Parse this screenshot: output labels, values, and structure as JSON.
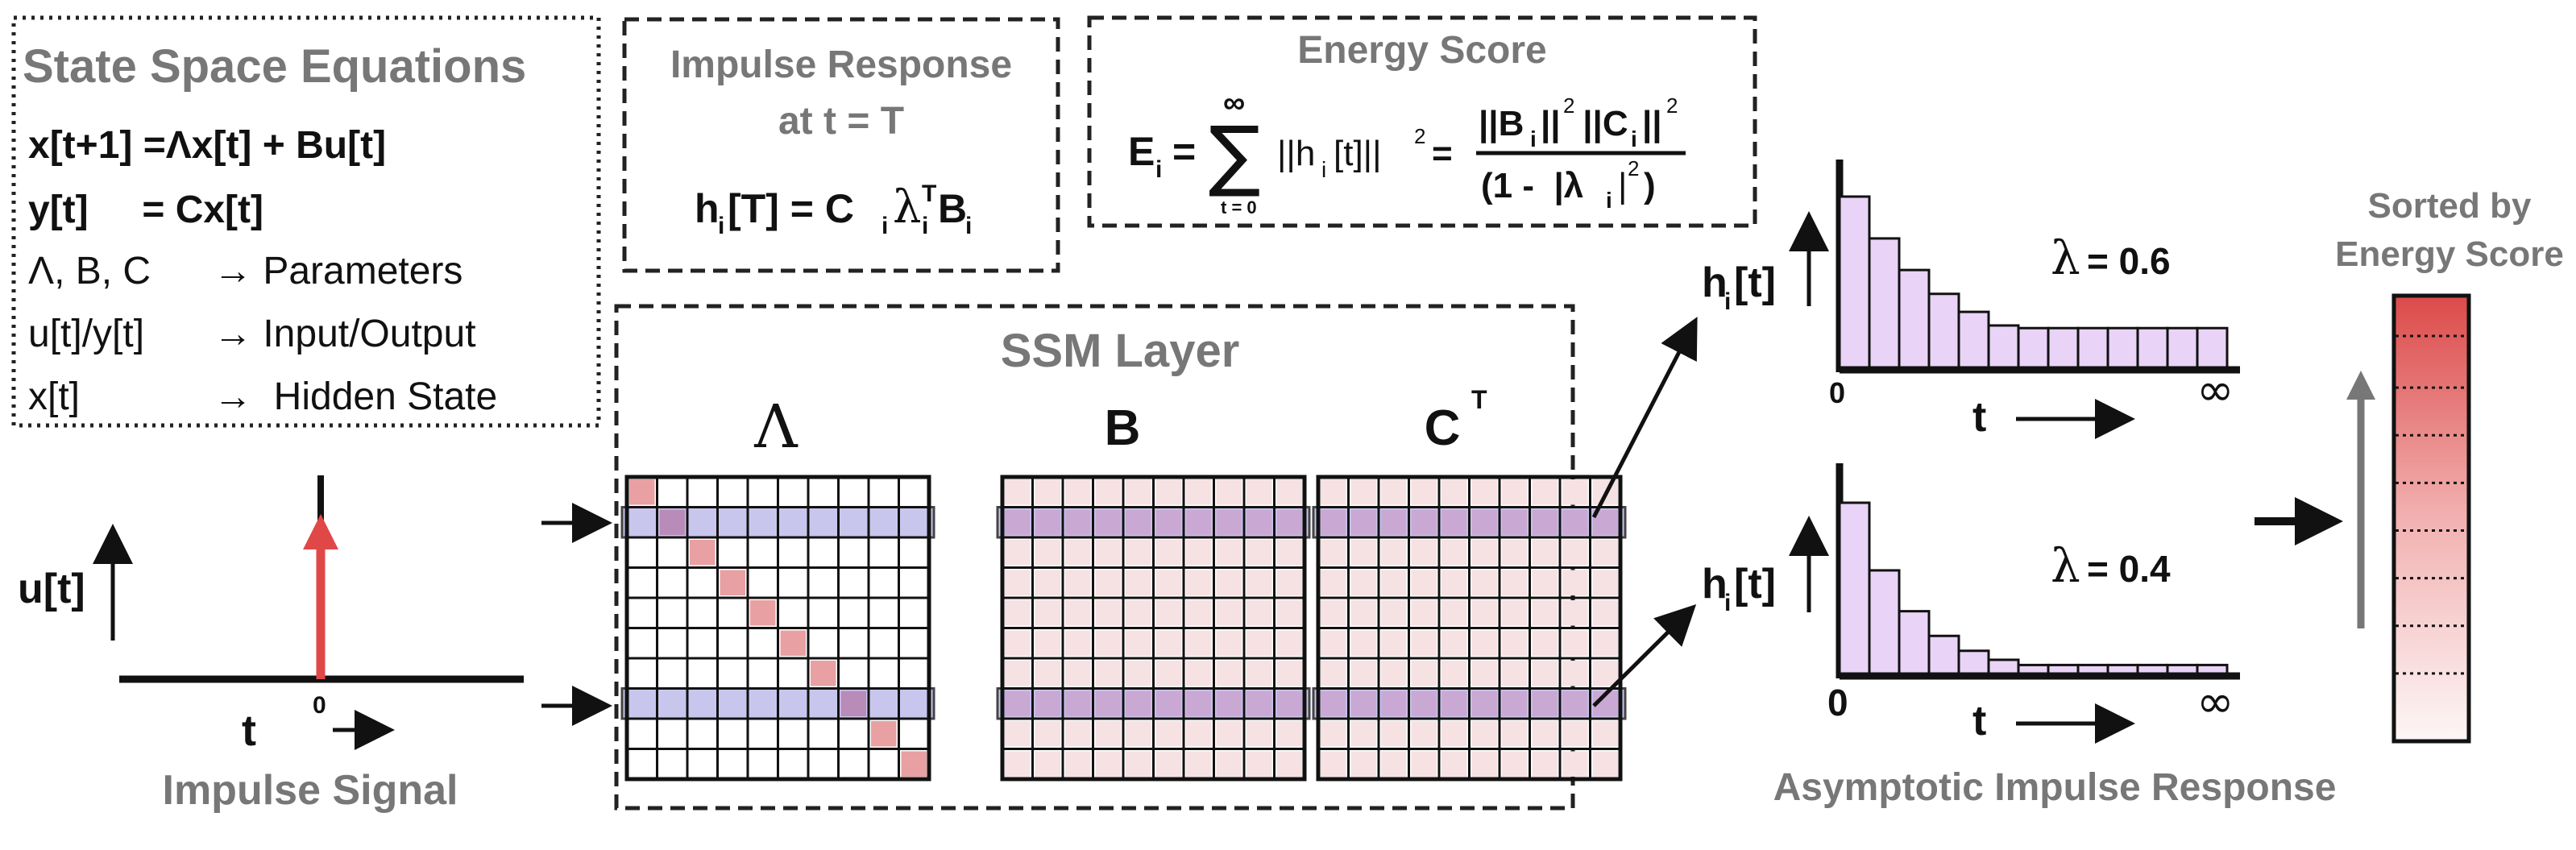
{
  "state_space": {
    "title": "State Space Equations",
    "eq1": "x[t+1] =Λx[t] + Bu[t]",
    "eq2": "y[t]     = Cx[t]",
    "legend": [
      {
        "sym": "Λ, B, C",
        "desc": "→ Parameters"
      },
      {
        "sym": "u[t]/y[t]",
        "desc": "→ Input/Output"
      },
      {
        "sym": "x[t]",
        "desc": "→  Hidden State"
      }
    ]
  },
  "impulse_response": {
    "title_line1": "Impulse Response",
    "title_line2": "at t = T",
    "h": "h",
    "i": "i",
    "T": "[T] = C",
    "lambda": "λ",
    "sup_T": "T",
    "B": "B"
  },
  "energy_score": {
    "title": "Energy Score",
    "E": "E",
    "i": "i",
    "eq": "=",
    "sum": "∑",
    "sum_top": "∞",
    "sum_bottom": "t = 0",
    "summand": "||h",
    "summand_rest": "[t]||",
    "sq": "2",
    "equals": "=",
    "numerator": "||B",
    "numerator_mid": "||",
    "numerator_c": " ||C",
    "denominator": "(1 -  |λ",
    "denominator_end": "|",
    "denominator_close": ")"
  },
  "impulse_signal": {
    "caption": "Impulse Signal",
    "u_label": "u[t]",
    "t_label": "t",
    "zero": "0"
  },
  "ssm_layer": {
    "title": "SSM Layer",
    "lambda_label": "Λ",
    "b_label": "B",
    "c_label": "C",
    "c_sup": "T"
  },
  "responses": {
    "caption": "Asymptotic Impulse Response",
    "top": {
      "h": "h",
      "i": "i",
      "rest": "[t]",
      "lambda": "λ",
      "value": "= 0.6",
      "lam_value": 0.6,
      "zero": "0",
      "inf": "∞",
      "t": "t"
    },
    "bottom": {
      "h": "h",
      "i": "i",
      "rest": "[t]",
      "lambda": "λ",
      "value": "= 0.4",
      "lam_value": 0.4,
      "zero": "0",
      "inf": "∞",
      "t": "t"
    }
  },
  "sorted": {
    "title_line1": "Sorted by",
    "title_line2": "Energy Score"
  },
  "colors": {
    "red": "#e04848",
    "highlight_row": "#c9c6ee",
    "pink_cell": "#f6e1e3",
    "diag_cell": "#e8a0a3",
    "purple_bar": "#e9d3f7",
    "gray": "#777777"
  }
}
